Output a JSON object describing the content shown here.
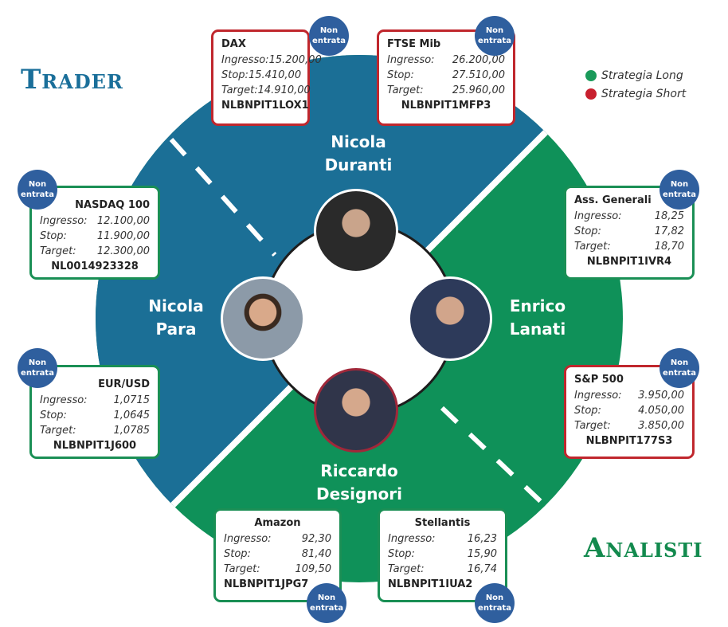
{
  "titles": {
    "trader": "Trader",
    "analisti": "Analisti"
  },
  "legend": [
    {
      "label": "Strategia Long",
      "color": "#1a9a5a"
    },
    {
      "label": "Strategia Short",
      "color": "#c8202e"
    }
  ],
  "colors": {
    "trader_blue": "#1b6f96",
    "analyst_green": "#0f9159",
    "long": "#1a8f55",
    "short": "#c0272d",
    "badge": "#2f5f9e"
  },
  "people": [
    {
      "name1": "Nicola",
      "name2": "Duranti"
    },
    {
      "name1": "Nicola",
      "name2": "Para"
    },
    {
      "name1": "Enrico",
      "name2": "Lanati"
    },
    {
      "name1": "Riccardo",
      "name2": "Designori"
    }
  ],
  "labels": {
    "ingresso": "Ingresso:",
    "stop": "Stop:",
    "target": "Target:",
    "badge1": "Non",
    "badge2": "entrata"
  },
  "cards": [
    {
      "title": "DAX",
      "ingresso": "15.200,00",
      "stop": "15.410,00",
      "target": "14.910,00",
      "code": "NLBNPIT1LOX1",
      "strategy": "short",
      "status": "Non entrata"
    },
    {
      "title": "FTSE Mib",
      "ingresso": "26.200,00",
      "stop": "27.510,00",
      "target": "25.960,00",
      "code": "NLBNPIT1MFP3",
      "strategy": "short",
      "status": "Non entrata"
    },
    {
      "title": "NASDAQ 100",
      "ingresso": "12.100,00",
      "stop": "11.900,00",
      "target": "12.300,00",
      "code": "NL0014923328",
      "strategy": "long",
      "status": "Non entrata"
    },
    {
      "title": "EUR/USD",
      "ingresso": "1,0715",
      "stop": "1,0645",
      "target": "1,0785",
      "code": "NLBNPIT1J600",
      "strategy": "long",
      "status": "Non entrata"
    },
    {
      "title": "Ass. Generali",
      "ingresso": "18,25",
      "stop": "17,82",
      "target": "18,70",
      "code": "NLBNPIT1IVR4",
      "strategy": "long",
      "status": "Non entrata"
    },
    {
      "title": "S&P 500",
      "ingresso": "3.950,00",
      "stop": "4.050,00",
      "target": "3.850,00",
      "code": "NLBNPIT177S3",
      "strategy": "short",
      "status": "Non entrata"
    },
    {
      "title": "Amazon",
      "ingresso": "92,30",
      "stop": "81,40",
      "target": "109,50",
      "code": "NLBNPIT1JPG7",
      "strategy": "long",
      "status": "Non entrata"
    },
    {
      "title": "Stellantis",
      "ingresso": "16,23",
      "stop": "15,90",
      "target": "16,74",
      "code": "NLBNPIT1IUA2",
      "strategy": "long",
      "status": "Non entrata"
    }
  ]
}
